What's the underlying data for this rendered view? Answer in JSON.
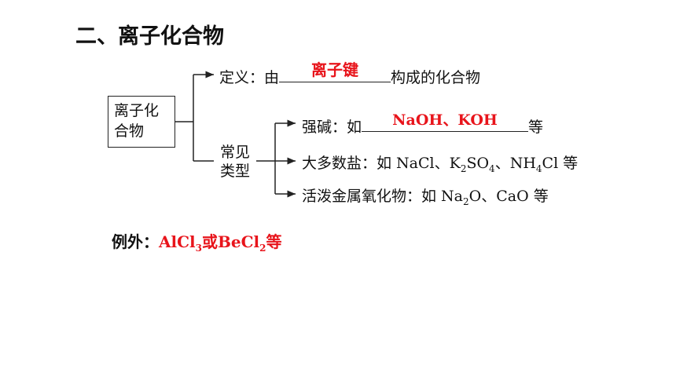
{
  "title": "二、离子化合物",
  "root": {
    "line1": "离子化",
    "line2": "合物"
  },
  "definition": {
    "prefix": "定义：由",
    "answer": "离子键",
    "suffix": "构成的化合物"
  },
  "types": {
    "line1": "常见",
    "line2": "类型",
    "strong_base": {
      "prefix": "强碱：如",
      "answer": "NaOH、KOH",
      "suffix": "等"
    },
    "salts": {
      "prefix": "大多数盐：如 NaCl、K",
      "sub1": "2",
      "mid1": "SO",
      "sub2": "4",
      "mid2": "、NH",
      "sub3": "4",
      "suffix": "Cl 等"
    },
    "oxides": {
      "prefix": "活泼金属氧化物：如 Na",
      "sub1": "2",
      "suffix": "O、CaO 等"
    }
  },
  "exception": {
    "label": "例外：",
    "part1": "AlCl",
    "sub1": "3",
    "part2": "或BeCl",
    "sub2": "2",
    "part3": "等"
  },
  "colors": {
    "answer_red": "#e8141b",
    "text": "#111111"
  }
}
